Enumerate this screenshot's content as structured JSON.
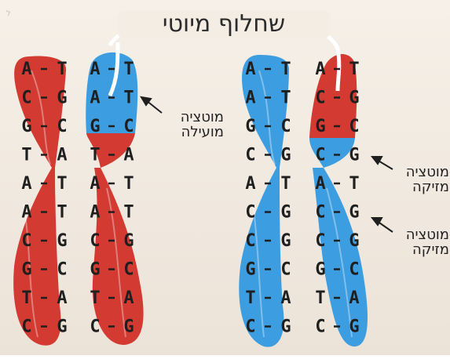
{
  "title": "שחלוף מיוטי",
  "corner_mark": "ל",
  "colors": {
    "background": "#f1e9df",
    "red_chromosome": "#d23a32",
    "blue_chromosome": "#3c9de0"
  },
  "left_pair": {
    "rows": [
      [
        "A",
        "T",
        "A",
        "T"
      ],
      [
        "C",
        "G",
        "A",
        "T"
      ],
      [
        "G",
        "C",
        "G",
        "C"
      ],
      [
        "T",
        "A",
        "T",
        "A"
      ],
      [
        "A",
        "T",
        "A",
        "T"
      ],
      [
        "A",
        "T",
        "A",
        "T"
      ],
      [
        "C",
        "G",
        "C",
        "G"
      ],
      [
        "G",
        "C",
        "G",
        "C"
      ],
      [
        "T",
        "A",
        "T",
        "A"
      ],
      [
        "C",
        "G",
        "C",
        "G"
      ]
    ]
  },
  "right_pair": {
    "rows": [
      [
        "A",
        "T",
        "A",
        "T"
      ],
      [
        "A",
        "T",
        "C",
        "G"
      ],
      [
        "G",
        "C",
        "G",
        "C"
      ],
      [
        "C",
        "G",
        "C",
        "G"
      ],
      [
        "A",
        "T",
        "A",
        "T"
      ],
      [
        "C",
        "G",
        "C",
        "G"
      ],
      [
        "C",
        "G",
        "C",
        "G"
      ],
      [
        "G",
        "C",
        "G",
        "C"
      ],
      [
        "T",
        "A",
        "T",
        "A"
      ],
      [
        "C",
        "G",
        "C",
        "G"
      ]
    ]
  },
  "annotations": {
    "beneficial": {
      "line1": "מוטציה",
      "line2": "מועילה"
    },
    "harmful_1": {
      "line1": "מוטציה",
      "line2": "מזיקה"
    },
    "harmful_2": {
      "line1": "מוטציה",
      "line2": "מזיקה"
    }
  }
}
